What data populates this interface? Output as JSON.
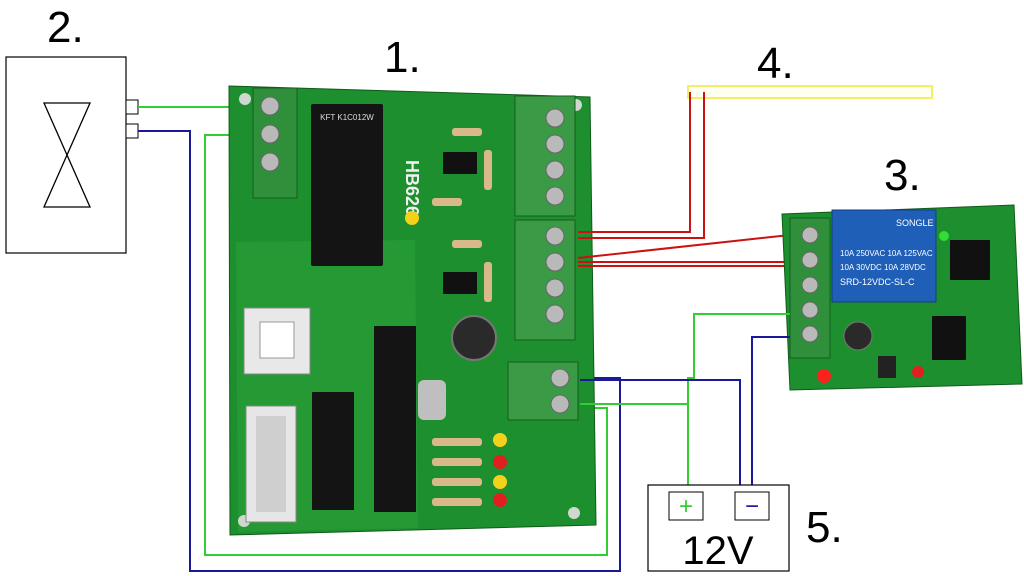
{
  "labels": {
    "l1": "1.",
    "l2": "2.",
    "l3": "3.",
    "l4": "4.",
    "l5": "5."
  },
  "board1": {
    "model": "HB626",
    "relay_text": "KFT K1C012W"
  },
  "relay_module": {
    "brand": "SONGLE",
    "lines": [
      "10A 250VAC 10A 125VAC",
      "10A 30VDC 10A 28VDC",
      "SRD-12VDC-SL-C"
    ]
  },
  "battery": {
    "plus": "+",
    "minus": "−",
    "voltage": "12V"
  },
  "colors": {
    "green_wire": "#33cc33",
    "blue_wire": "#1a1a99",
    "red_wire": "#cc1111",
    "yellow_strip": "#f0f060",
    "pcb_green": "#1d8f2e",
    "relay_blue": "#1f5fb8"
  }
}
